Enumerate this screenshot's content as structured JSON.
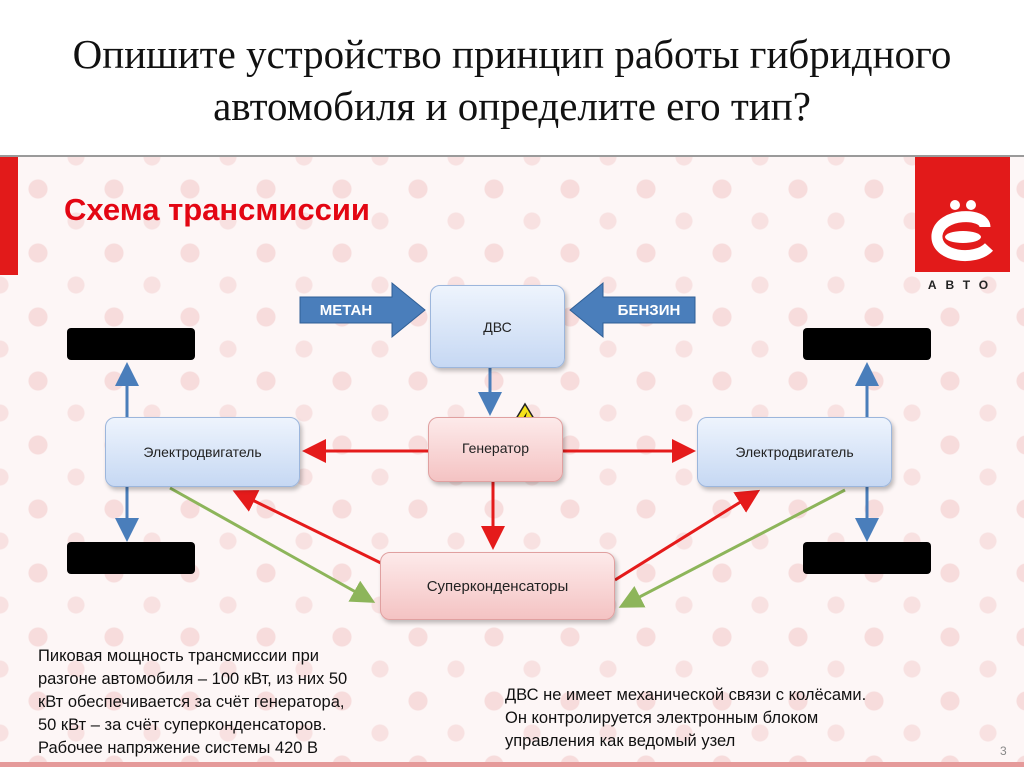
{
  "title": {
    "line1": "Опишите устройство принцип работы гибридного",
    "line2": "автомобиля и определите его тип?"
  },
  "slide": {
    "heading": "Схема трансмиссии",
    "logo_text": "АВТО",
    "fuel_left": "МЕТАН",
    "fuel_right": "БЕНЗИН",
    "engine": "ДВС",
    "generator": "Генератор",
    "motor_left": "Электродвигатель",
    "motor_right": "Электродвигатель",
    "supercaps": "Суперконденсаторы",
    "note_left": [
      "Пиковая мощность трансмиссии при",
      "разгоне автомобиля – 100 кВт, из них 50",
      "кВт обеспечивается за счёт генератора,",
      "50 кВт – за счёт суперконденсаторов.",
      "Рабочее напряжение системы 420 В"
    ],
    "note_right": [
      "ДВС не имеет механической связи с колёсами.",
      "Он контролируется электронным блоком",
      "управления как ведомый узел"
    ],
    "page_number": "3"
  },
  "colors": {
    "red": "#e30613",
    "blue_arrow": "#4a7ebb",
    "red_arrow": "#e51b1b",
    "green_arrow": "#8db55a"
  }
}
